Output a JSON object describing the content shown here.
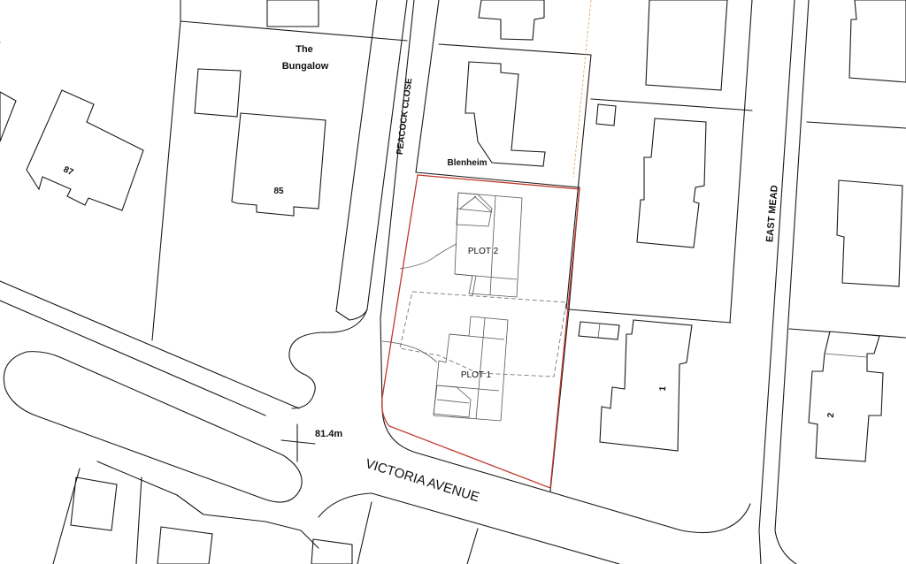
{
  "colors": {
    "background": "#ffffff",
    "linework": "#1a1a1a",
    "site_boundary": "#c0392b",
    "proposed_dashed": "#777777",
    "faint_boundary": "#d9a36a"
  },
  "roads": {
    "victoria_avenue": "VICTORIA AVENUE",
    "peacock_close": "PEACOCK CLOSE",
    "east_mead": "EAST MEAD"
  },
  "houses": {
    "the_bungalow_line1": "The",
    "the_bungalow_line2": "Bungalow",
    "no_87": "87",
    "no_85": "85",
    "blenheim": "Blenheim",
    "no_1": "1",
    "no_2": "2"
  },
  "plots": {
    "plot_1": "PLOT 1",
    "plot_2": "PLOT 2"
  },
  "spot_height": "81.4m"
}
